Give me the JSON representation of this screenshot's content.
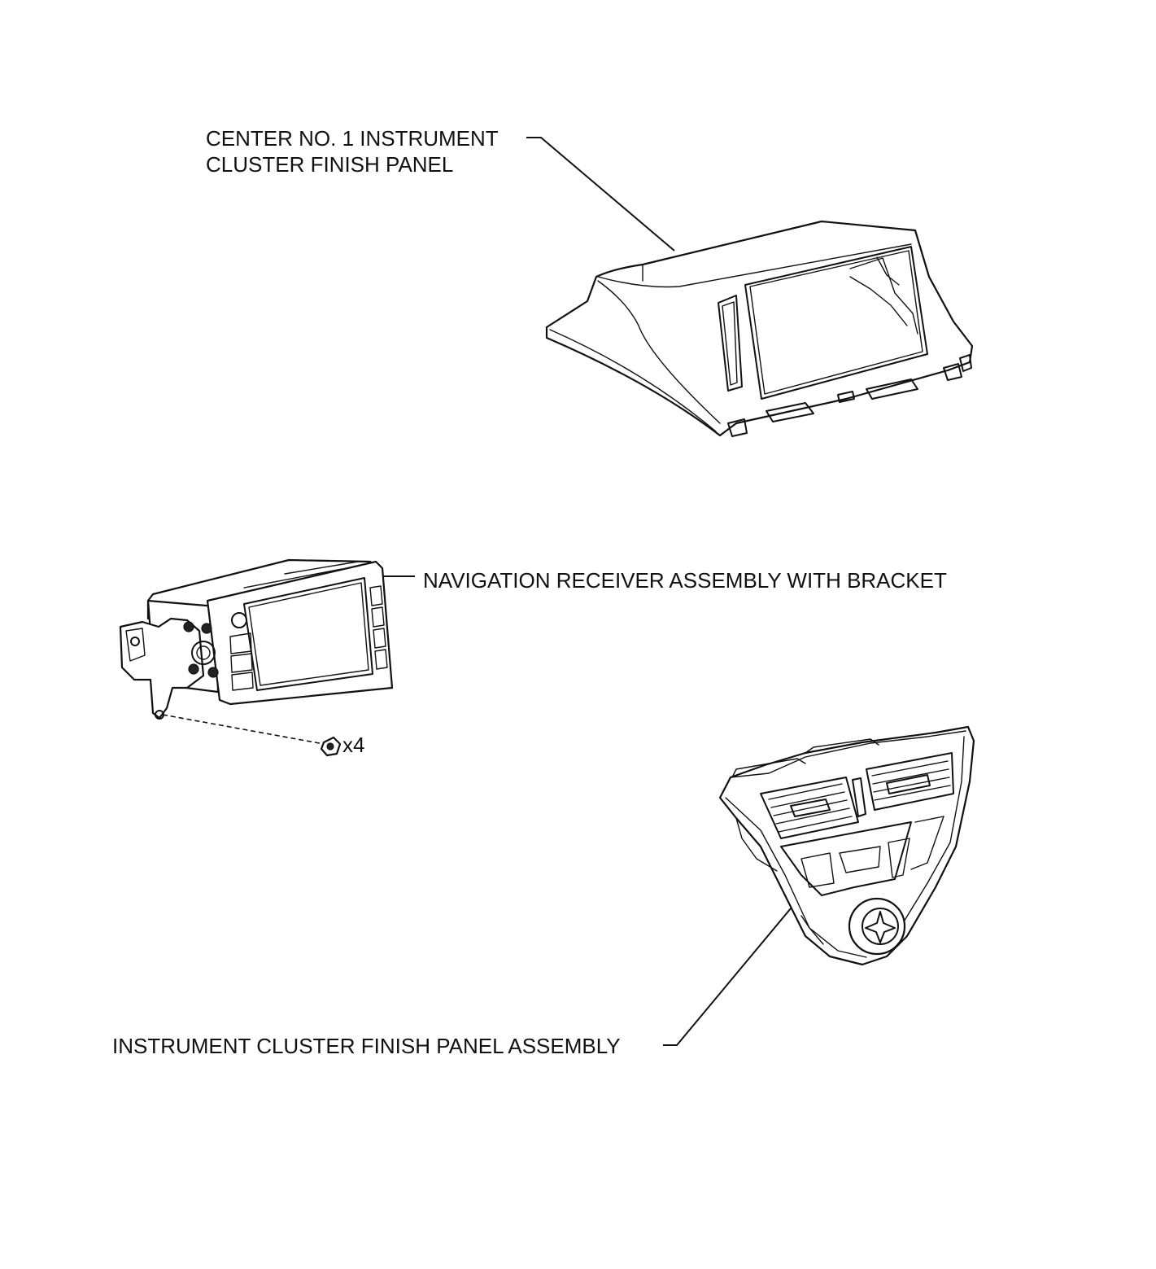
{
  "labels": {
    "center_panel_line1": "CENTER NO. 1 INSTRUMENT",
    "center_panel_line2": "CLUSTER FINISH PANEL",
    "navigation_receiver": "NAVIGATION RECEIVER ASSEMBLY WITH BRACKET",
    "screw_quantity": "x4",
    "instrument_panel_assembly": "INSTRUMENT CLUSTER FINISH PANEL ASSEMBLY"
  },
  "colors": {
    "line": "#111111",
    "background": "#ffffff"
  }
}
